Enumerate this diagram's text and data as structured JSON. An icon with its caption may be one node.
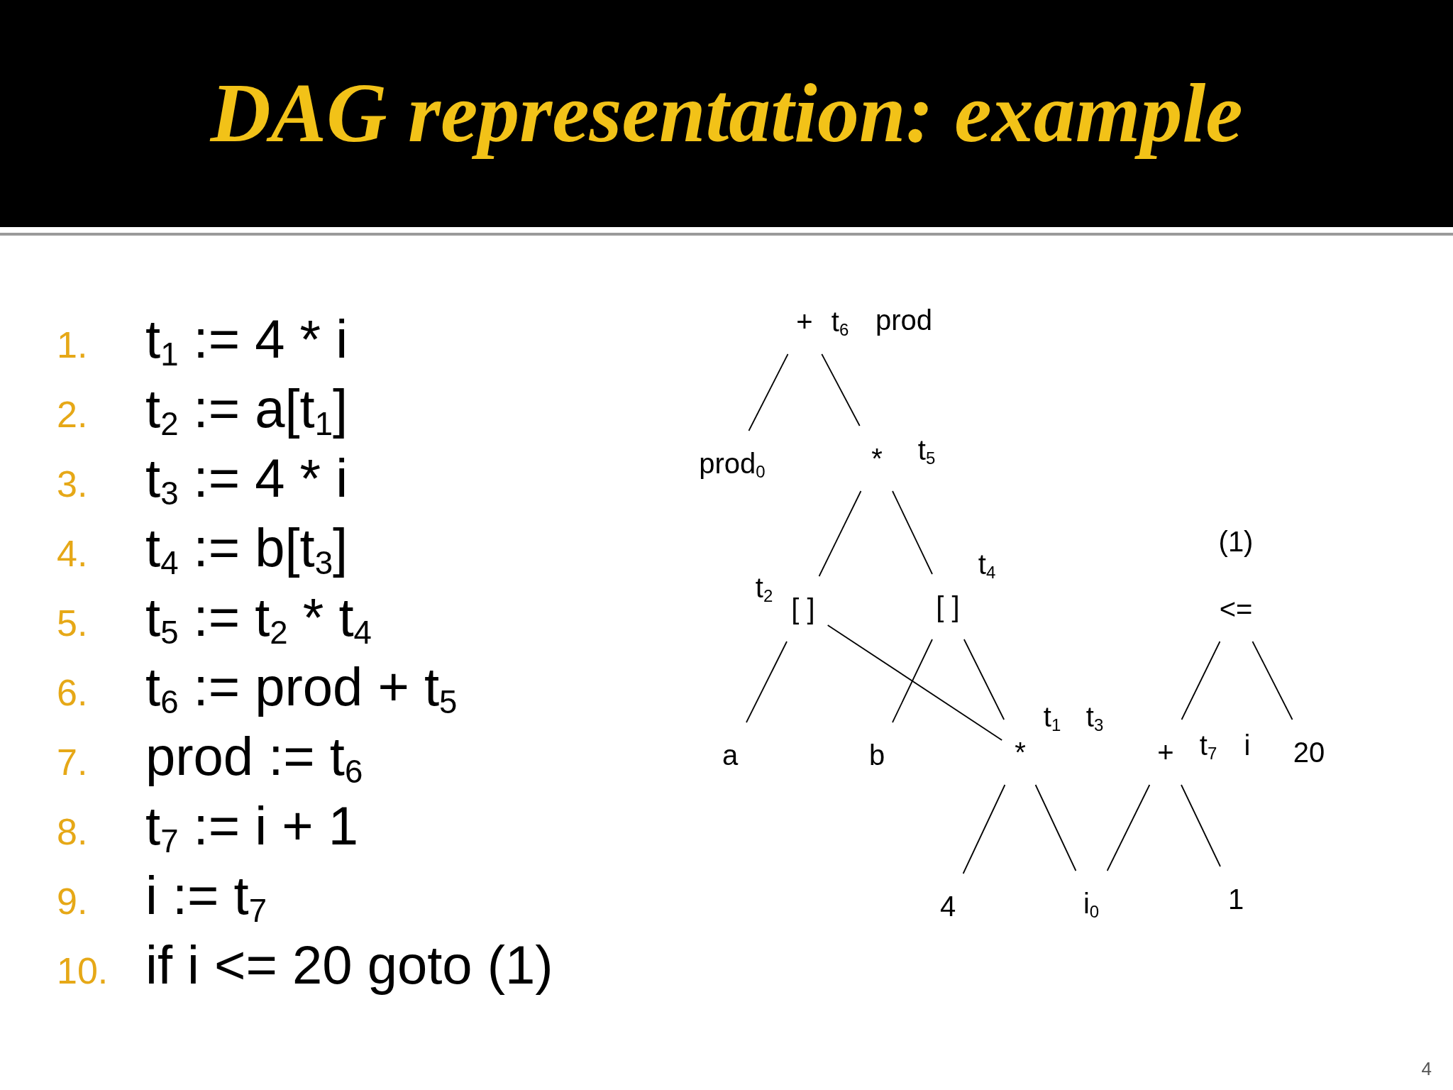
{
  "diagram": {
    "title": "DAG representation: example",
    "nodes": [
      {
        "text": [
          "+"
        ],
        "beside": [
          "t$_{6}$",
          "prod"
        ]
      },
      {
        "text": [
          "prod$_{0}$"
        ]
      },
      {
        "text": [
          "*"
        ],
        "beside": [
          "t$_{5}$"
        ]
      },
      {
        "text": [
          "[ ]"
        ],
        "beside": [
          "t$_{2}$"
        ]
      },
      {
        "text": [
          "[ ]"
        ],
        "beside": [
          "t$_{4}$"
        ]
      },
      {
        "text": [
          "a"
        ]
      },
      {
        "text": [
          "b"
        ]
      },
      {
        "text": [
          "*"
        ],
        "beside": [
          "t$_{1}$",
          "t$_{3}$"
        ]
      },
      {
        "text": [
          "<="
        ],
        "beside": [
          "(1)"
        ]
      },
      {
        "text": [
          "+"
        ],
        "beside": [
          "t$_{7}$",
          "i"
        ]
      },
      {
        "text": [
          "20"
        ]
      },
      {
        "text": [
          "4"
        ]
      },
      {
        "text": [
          "i$_{0}$"
        ]
      },
      {
        "text": [
          "1"
        ]
      }
    ],
    "edges": [
      {
        "from": 0,
        "to": 1,
        "arrow": "none"
      },
      {
        "from": 0,
        "to": 2,
        "arrow": "none"
      },
      {
        "from": 2,
        "to": 3,
        "arrow": "none"
      },
      {
        "from": 2,
        "to": 4,
        "arrow": "none"
      },
      {
        "from": 3,
        "to": 5,
        "arrow": "none"
      },
      {
        "from": 3,
        "to": 7,
        "arrow": "none"
      },
      {
        "from": 4,
        "to": 6,
        "arrow": "none"
      },
      {
        "from": 4,
        "to": 7,
        "arrow": "none"
      },
      {
        "from": 7,
        "to": 11,
        "arrow": "none"
      },
      {
        "from": 7,
        "to": 12,
        "arrow": "none"
      },
      {
        "from": 8,
        "to": 9,
        "arrow": "none"
      },
      {
        "from": 8,
        "to": 10,
        "arrow": "none"
      },
      {
        "from": 9,
        "to": 12,
        "arrow": "none"
      },
      {
        "from": 9,
        "to": 13,
        "arrow": "none"
      }
    ],
    "labels": [
      "1.",
      "t$_{1}$ := 4 * i",
      "2.",
      "t$_{2}$ := a[t$_{1}$]",
      "3.",
      "t$_{3}$ := 4 * i",
      "4.",
      "t$_{4}$ := b[t$_{3}$]",
      "5.",
      "t$_{5}$ := t$_{2}$ * t$_{4}$",
      "6.",
      "t$_{6}$ := prod + t$_{5}$",
      "7.",
      "prod := t$_{6}$",
      "8.",
      "t$_{7}$ := i + 1",
      "9.",
      "i := t$_{7}$",
      "10.",
      "if i <= 20 goto (1)",
      "4"
    ]
  }
}
